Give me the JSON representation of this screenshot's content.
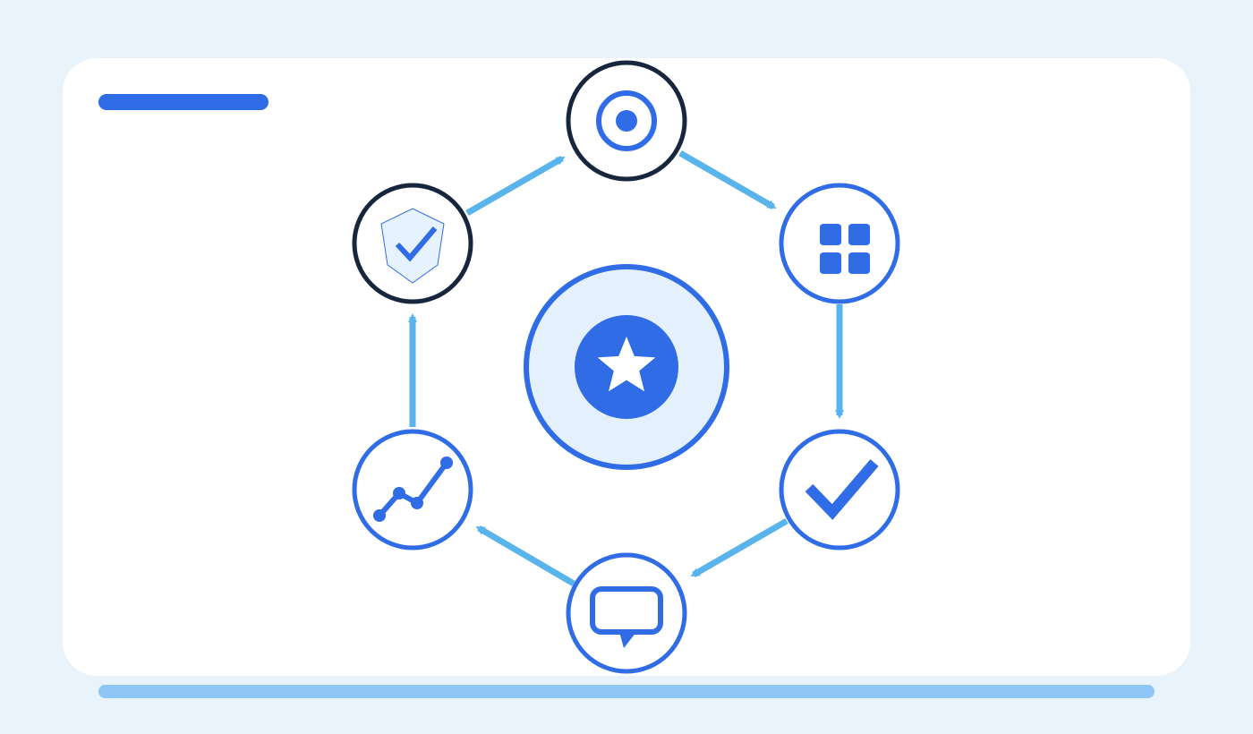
{
  "diagram": {
    "type": "cycle",
    "hub": {
      "icon": "star-icon"
    },
    "nodes": [
      {
        "id": "target",
        "icon": "target-icon",
        "emphasis": "dark-outline"
      },
      {
        "id": "apps",
        "icon": "grid-icon",
        "emphasis": "normal"
      },
      {
        "id": "done",
        "icon": "checkmark-icon",
        "emphasis": "normal"
      },
      {
        "id": "feedback",
        "icon": "chat-bubble-icon",
        "emphasis": "normal"
      },
      {
        "id": "growth",
        "icon": "trend-line-icon",
        "emphasis": "normal"
      },
      {
        "id": "verify",
        "icon": "shield-check-icon",
        "emphasis": "dark-outline"
      }
    ],
    "flow_direction": "clockwise"
  },
  "colors": {
    "background": "#e8f3fc",
    "card": "#ffffff",
    "primary_blue": "#2f6ce5",
    "arrow_blue": "#5ab4ec",
    "dark_outline": "#17263d",
    "hub_fill": "#e4f1fd",
    "footer_bar": "#8ec7f5"
  }
}
